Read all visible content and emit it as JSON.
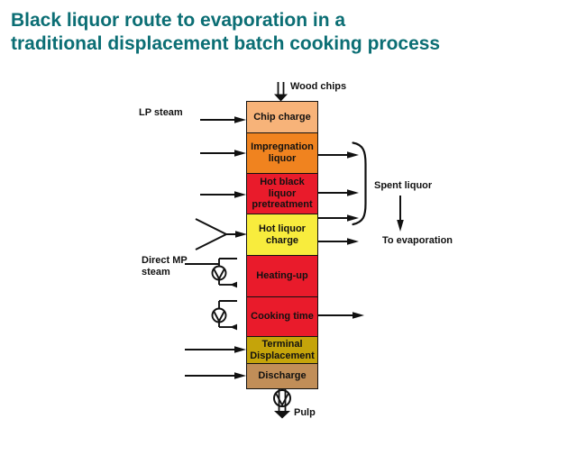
{
  "title": {
    "line1": "Black liquor route to evaporation in a",
    "line2": "traditional displacement batch cooking process",
    "color": "#0b6e74"
  },
  "vessel": {
    "segments": [
      {
        "label": "Chip charge",
        "color": "#f7b379",
        "height": 34
      },
      {
        "label": "Impregnation liquor",
        "color": "#f0831f",
        "height": 45
      },
      {
        "label": "Hot black liquor pretreatment",
        "color": "#e91b2b",
        "height": 45
      },
      {
        "label": "Hot liquor charge",
        "color": "#f8ec3d",
        "height": 46
      },
      {
        "label": "Heating-up",
        "color": "#e91b2b",
        "height": 46
      },
      {
        "label": "Cooking time",
        "color": "#e91b2b",
        "height": 44
      },
      {
        "label": "Terminal Displacement",
        "color": "#c5a40a",
        "height": 30
      },
      {
        "label": "Discharge",
        "color": "#c18e58",
        "height": 28
      }
    ]
  },
  "labels": {
    "wood_chips": "Wood chips",
    "lp_steam": "LP steam",
    "direct_mp_steam": "Direct MP steam",
    "spent_liquor": "Spent liquor",
    "to_evaporation": "To evaporation",
    "pulp": "Pulp"
  },
  "icons": {
    "pump": "circle-with-vee-pump-symbol",
    "double_arrow": "hollow-double-line-flow-arrow"
  },
  "line_color": "#111111"
}
